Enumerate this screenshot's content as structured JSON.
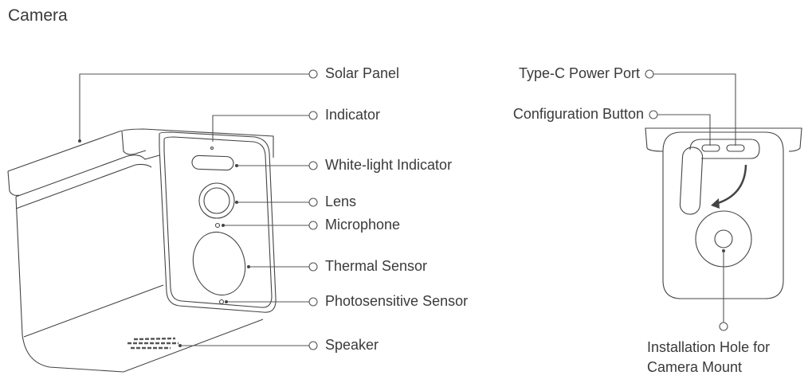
{
  "title": "Camera",
  "front_labels": {
    "solar_panel": "Solar Panel",
    "indicator": "Indicator",
    "white_light": "White-light Indicator",
    "lens": "Lens",
    "microphone": "Microphone",
    "thermal": "Thermal Sensor",
    "photosensitive": "Photosensitive Sensor",
    "speaker": "Speaker"
  },
  "back_labels": {
    "type_c": "Type-C Power Port",
    "config": "Configuration Button",
    "mount_line1": "Installation Hole for",
    "mount_line2": "Camera Mount"
  }
}
